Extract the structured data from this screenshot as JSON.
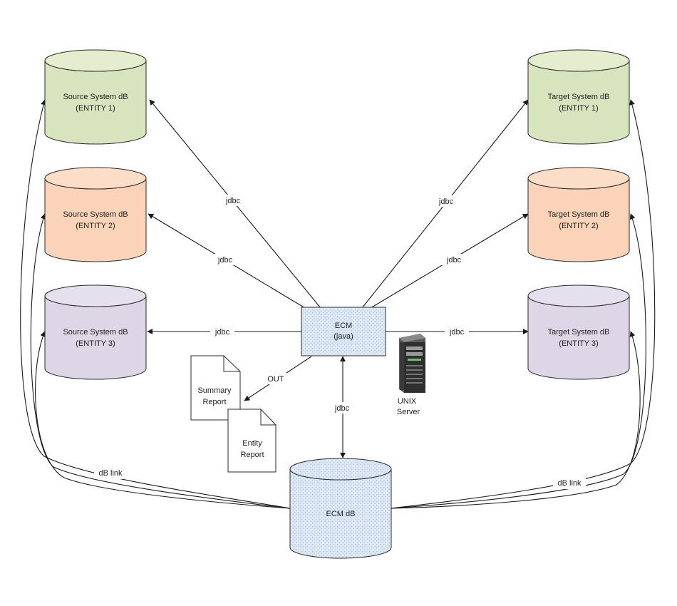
{
  "colors": {
    "green_fill": "#D8E4BD",
    "green_top": "#E4EDCE",
    "orange_fill": "#FAD3B8",
    "orange_top": "#FBDDC8",
    "purple_fill": "#DCD6E6",
    "purple_top": "#E5E0EE",
    "blue_fill": "#DCE8F4",
    "outline": "#2b2b2b",
    "edge": "#1a1a1a"
  },
  "source_dbs": [
    {
      "name": "Source System dB",
      "entity": "(ENTITY 1)",
      "color": "green"
    },
    {
      "name": "Source System dB",
      "entity": "(ENTITY 2)",
      "color": "orange"
    },
    {
      "name": "Source System dB",
      "entity": "(ENTITY 3)",
      "color": "purple"
    }
  ],
  "target_dbs": [
    {
      "name": "Target System dB",
      "entity": "(ENTITY 1)",
      "color": "green"
    },
    {
      "name": "Target System dB",
      "entity": "(ENTITY 2)",
      "color": "orange"
    },
    {
      "name": "Target System dB",
      "entity": "(ENTITY 3)",
      "color": "purple"
    }
  ],
  "ecm": {
    "name": "ECM",
    "sub": "(java)"
  },
  "ecm_db": {
    "name": "ECM dB"
  },
  "server": {
    "line1": "UNIX",
    "line2": "Server",
    "icon": "server-icon"
  },
  "reports": [
    {
      "line1": "Summary",
      "line2": "Report",
      "icon": "document-icon"
    },
    {
      "line1": "Entity",
      "line2": "Report",
      "icon": "document-icon"
    }
  ],
  "edge_labels": {
    "jdbc": "jdbc",
    "out": "OUT",
    "db_link": "dB link"
  }
}
